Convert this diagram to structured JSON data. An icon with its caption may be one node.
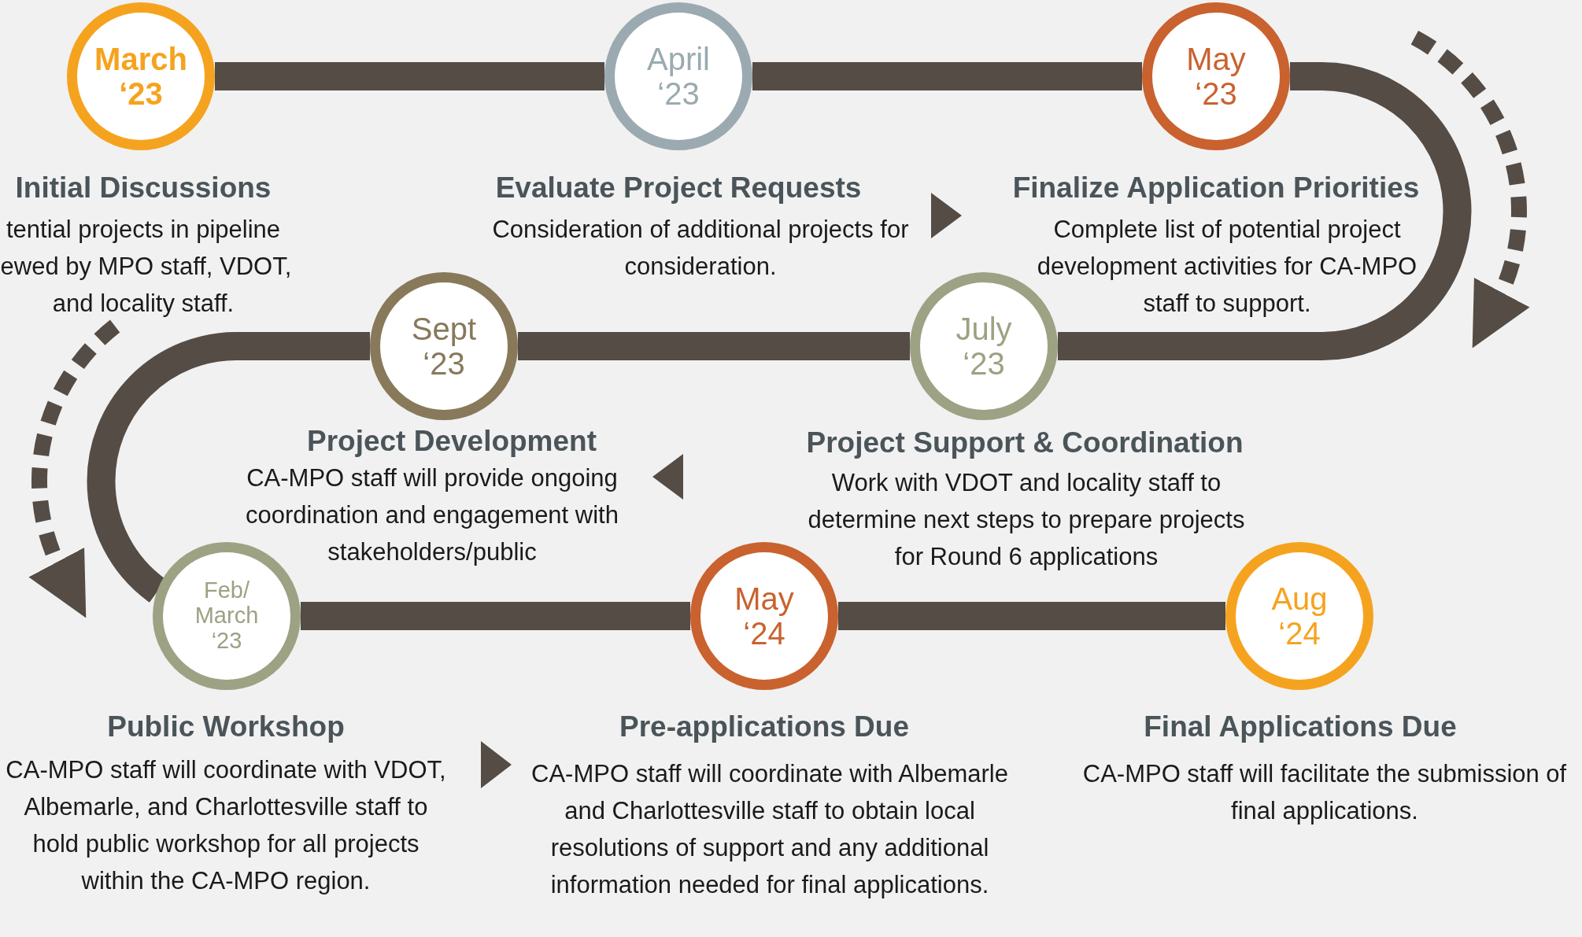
{
  "diagram": {
    "nodes": [
      {
        "text": [
          "March ‘23"
        ],
        "beside": [
          "Initial Discussions"
        ]
      },
      {
        "text": [
          "April ‘23"
        ],
        "beside": [
          "Evaluate Project Requests"
        ]
      },
      {
        "text": [
          "May ‘23"
        ],
        "beside": [
          "Finalize Application Priorities"
        ]
      },
      {
        "text": [
          "Sept ‘23"
        ],
        "beside": [
          "Project Development"
        ]
      },
      {
        "text": [
          "July ‘23"
        ],
        "beside": [
          "Project Support & Coordination"
        ]
      },
      {
        "text": [
          "Feb/ March ‘23"
        ],
        "beside": [
          "Public Workshop"
        ]
      },
      {
        "text": [
          "May ‘24"
        ],
        "beside": [
          "Pre-applications Due"
        ]
      },
      {
        "text": [
          "Aug ‘24"
        ],
        "beside": [
          "Final Applications Due"
        ]
      }
    ],
    "edges": [
      {
        "from": 0,
        "to": 1,
        "arrow": "none"
      },
      {
        "from": 1,
        "to": 2,
        "arrow": "none"
      },
      {
        "from": 2,
        "to": 4,
        "arrow": "none"
      },
      {
        "from": 4,
        "to": 3,
        "arrow": "none"
      },
      {
        "from": 3,
        "to": 5,
        "arrow": "none"
      },
      {
        "from": 5,
        "to": 6,
        "arrow": "none"
      },
      {
        "from": 6,
        "to": 7,
        "arrow": "none"
      }
    ],
    "labels": [
      "tential projects in pipeline iewed by MPO staff, VDOT, and locality staff.",
      "Consideration of additional projects for consideration.",
      "Complete list of potential project development activities for CA-MPO staff to support.",
      "CA-MPO staff will provide ongoing coordination and engagement with stakeholders/public",
      "Work with VDOT and locality staff to determine next steps to prepare projects for Round 6 applications",
      "CA-MPO staff will coordinate with VDOT, Albemarle, and Charlottesville staff to hold public workshop for all projects within the CA-MPO region.",
      "CA-MPO staff will coordinate with Albemarle and Charlottesville staff to obtain local resolutions of support and any additional information needed for final applications.",
      "CA-MPO staff will facilitate the submission of final applications."
    ]
  }
}
